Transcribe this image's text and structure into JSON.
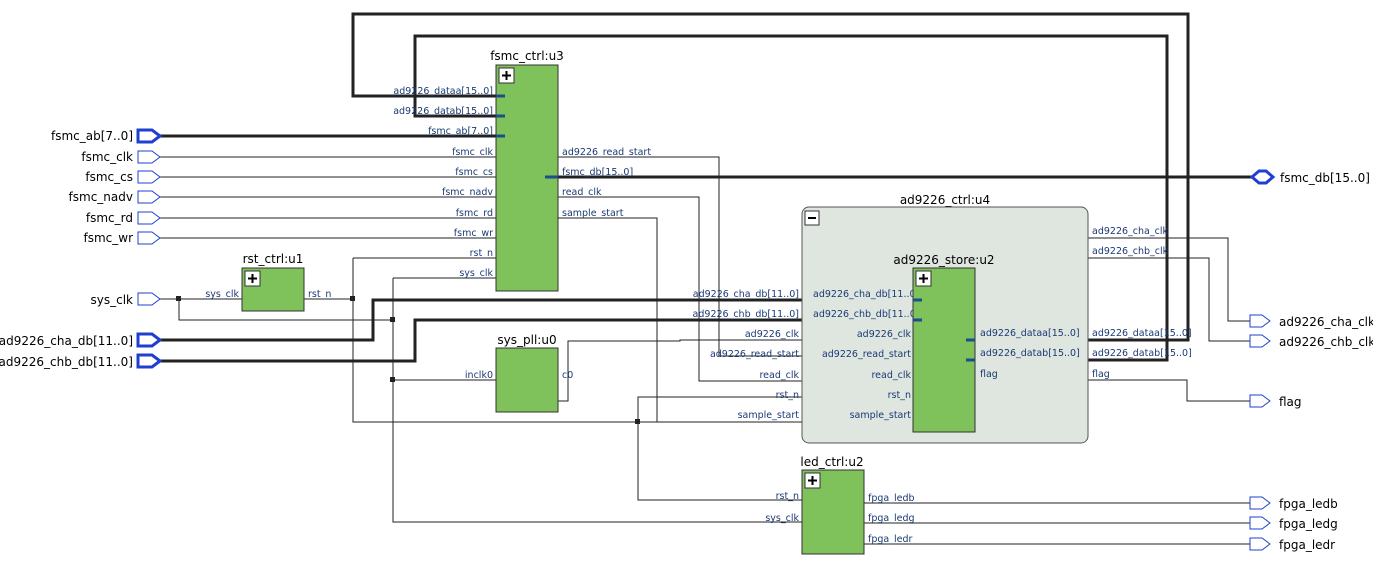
{
  "colors": {
    "block_fill": "#7fc25c",
    "block_border": "#333333",
    "group_fill": "#dfe6e0",
    "bus_in_block": "#1a4f8c",
    "pin_blue": "#1f3fd0",
    "wire": "#222222",
    "port_text": "#1a3a75"
  },
  "icons": {
    "expand": "plus-icon",
    "collapse": "minus-icon"
  },
  "blocks": {
    "fsmc_ctrl": {
      "title": "fsmc_ctrl:u3",
      "inputs": [
        "ad9226_dataa[15..0]",
        "ad9226_datab[15..0]",
        "fsmc_ab[7..0]",
        "fsmc_clk",
        "fsmc_cs",
        "fsmc_nadv",
        "fsmc_rd",
        "fsmc_wr",
        "rst_n",
        "sys_clk"
      ],
      "outputs": [
        "ad9226_read_start",
        "fsmc_db[15..0]",
        "read_clk",
        "sample_start"
      ]
    },
    "rst_ctrl": {
      "title": "rst_ctrl:u1",
      "inputs": [
        "sys_clk"
      ],
      "outputs": [
        "rst_n"
      ]
    },
    "sys_pll": {
      "title": "sys_pll:u0",
      "inputs": [
        "inclk0"
      ],
      "outputs": [
        "c0"
      ]
    },
    "ad9226_ctrl": {
      "title": "ad9226_ctrl:u4",
      "inputs": [
        "ad9226_cha_db[11..0]",
        "ad9226_chb_db[11..0]",
        "ad9226_clk",
        "ad9226_read_start",
        "read_clk",
        "rst_n",
        "sample_start"
      ],
      "outputs": [
        "ad9226_cha_clk",
        "ad9226_chb_clk",
        "ad9226_dataa[15..0]",
        "ad9226_datab[15..0]",
        "flag"
      ]
    },
    "ad9226_store": {
      "title": "ad9226_store:u2",
      "inputs": [
        "ad9226_cha_db[11..0]",
        "ad9226_chb_db[11..0]",
        "ad9226_clk",
        "ad9226_read_start",
        "read_clk",
        "rst_n",
        "sample_start"
      ],
      "outputs": [
        "ad9226_dataa[15..0]",
        "ad9226_datab[15..0]",
        "flag"
      ]
    },
    "led_ctrl": {
      "title": "led_ctrl:u2",
      "inputs": [
        "rst_n",
        "sys_clk"
      ],
      "outputs": [
        "fpga_ledb",
        "fpga_ledg",
        "fpga_ledr"
      ]
    }
  },
  "top_inputs": [
    "fsmc_ab[7..0]",
    "fsmc_clk",
    "fsmc_cs",
    "fsmc_nadv",
    "fsmc_rd",
    "fsmc_wr",
    "sys_clk",
    "ad9226_cha_db[11..0]",
    "ad9226_chb_db[11..0]"
  ],
  "top_outputs": [
    "fsmc_db[15..0]",
    "ad9226_cha_clk",
    "ad9226_chb_clk",
    "flag",
    "fpga_ledb",
    "fpga_ledg",
    "fpga_ledr"
  ]
}
